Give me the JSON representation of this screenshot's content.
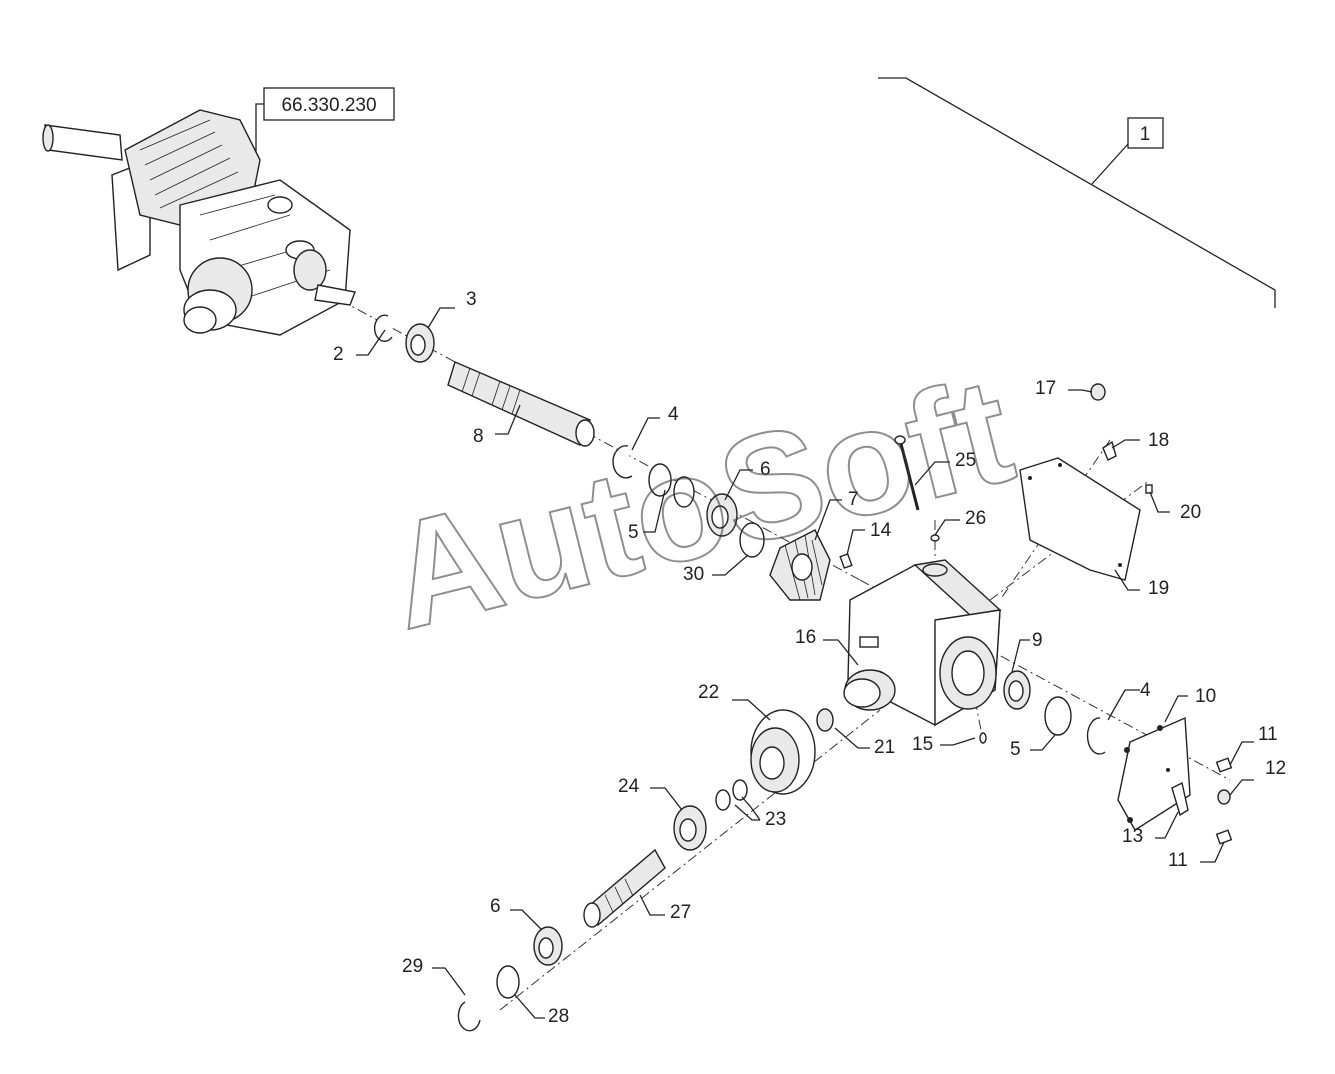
{
  "reference_box": "66.330.230",
  "assembly_callout": "1",
  "watermark": "AutoSoft",
  "callouts": {
    "c2": "2",
    "c3": "3",
    "c4a": "4",
    "c4b": "4",
    "c5a": "5",
    "c5b": "5",
    "c6a": "6",
    "c6b": "6",
    "c7": "7",
    "c8": "8",
    "c9": "9",
    "c10": "10",
    "c11a": "11",
    "c11b": "11",
    "c12": "12",
    "c13": "13",
    "c14": "14",
    "c15": "15",
    "c16": "16",
    "c17": "17",
    "c18": "18",
    "c19": "19",
    "c20": "20",
    "c21": "21",
    "c22": "22",
    "c23": "23",
    "c24": "24",
    "c25": "25",
    "c26": "26",
    "c27": "27",
    "c28": "28",
    "c29": "29",
    "c30": "30"
  }
}
